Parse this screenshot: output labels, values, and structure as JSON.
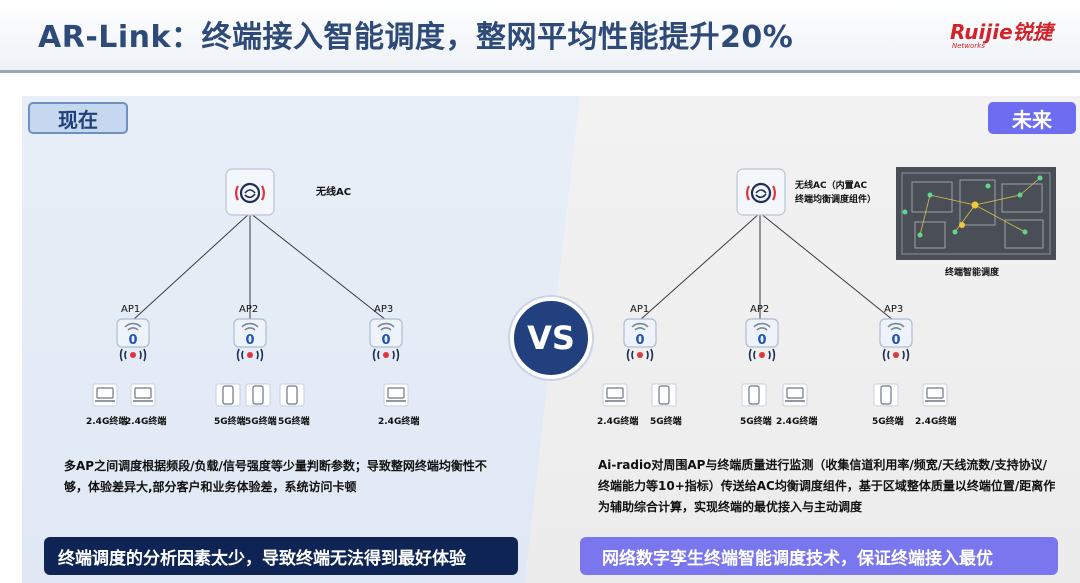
{
  "header": {
    "title": "AR-Link：终端接入智能调度，整网平均性能提升20%",
    "logo_text": "Ruijie锐捷",
    "logo_sub": "Networks"
  },
  "colors": {
    "title": "#2e4a78",
    "brand_red": "#d3232a",
    "dark_navy": "#0e2454",
    "purple": "#7a76ee"
  },
  "left": {
    "tag": "现在",
    "ac_label": "无线AC",
    "aps": [
      {
        "label": "AP1",
        "count": "0"
      },
      {
        "label": "AP2",
        "count": "0"
      },
      {
        "label": "AP3",
        "count": "0"
      }
    ],
    "terminals": [
      {
        "label": "2.4G终端",
        "type": "laptop"
      },
      {
        "label": "2.4G终端",
        "type": "laptop"
      },
      {
        "label": "5G终端",
        "type": "phone"
      },
      {
        "label": "5G终端",
        "type": "phone"
      },
      {
        "label": "5G终端",
        "type": "phone"
      },
      {
        "label": "2.4G终端",
        "type": "laptop"
      }
    ],
    "description": "多AP之间调度根据频段/负载/信号强度等少量判断参数；导致整网终端均衡性不够，体验差异大,部分客户和业务体验差，系统访问卡顿",
    "bottom_bar": "终端调度的分析因素太少，导致终端无法得到最好体验"
  },
  "vs_label": "VS",
  "right": {
    "tag": "未来",
    "ac_label": "无线AC（内置AC",
    "ac_label_line2": "终端均衡调度组件）",
    "map_caption": "终端智能调度",
    "aps": [
      {
        "label": "AP1",
        "count": "0"
      },
      {
        "label": "AP2",
        "count": "0"
      },
      {
        "label": "AP3",
        "count": "0"
      }
    ],
    "terminals": [
      {
        "label": "2.4G终端",
        "type": "laptop"
      },
      {
        "label": "5G终端",
        "type": "phone"
      },
      {
        "label": "5G终端",
        "type": "phone"
      },
      {
        "label": "2.4G终端",
        "type": "laptop"
      },
      {
        "label": "5G终端",
        "type": "phone"
      },
      {
        "label": "2.4G终端",
        "type": "laptop"
      }
    ],
    "description": "Ai-radio对周围AP与终端质量进行监测（收集信道利用率/频宽/天线流数/支持协议/终端能力等10+指标）传送给AC均衡调度组件，基于区域整体质量以终端位置/距离作为辅助综合计算，实现终端的最优接入与主动调度",
    "bottom_bar": "网络数字孪生终端智能调度技术，保证终端接入最优"
  }
}
